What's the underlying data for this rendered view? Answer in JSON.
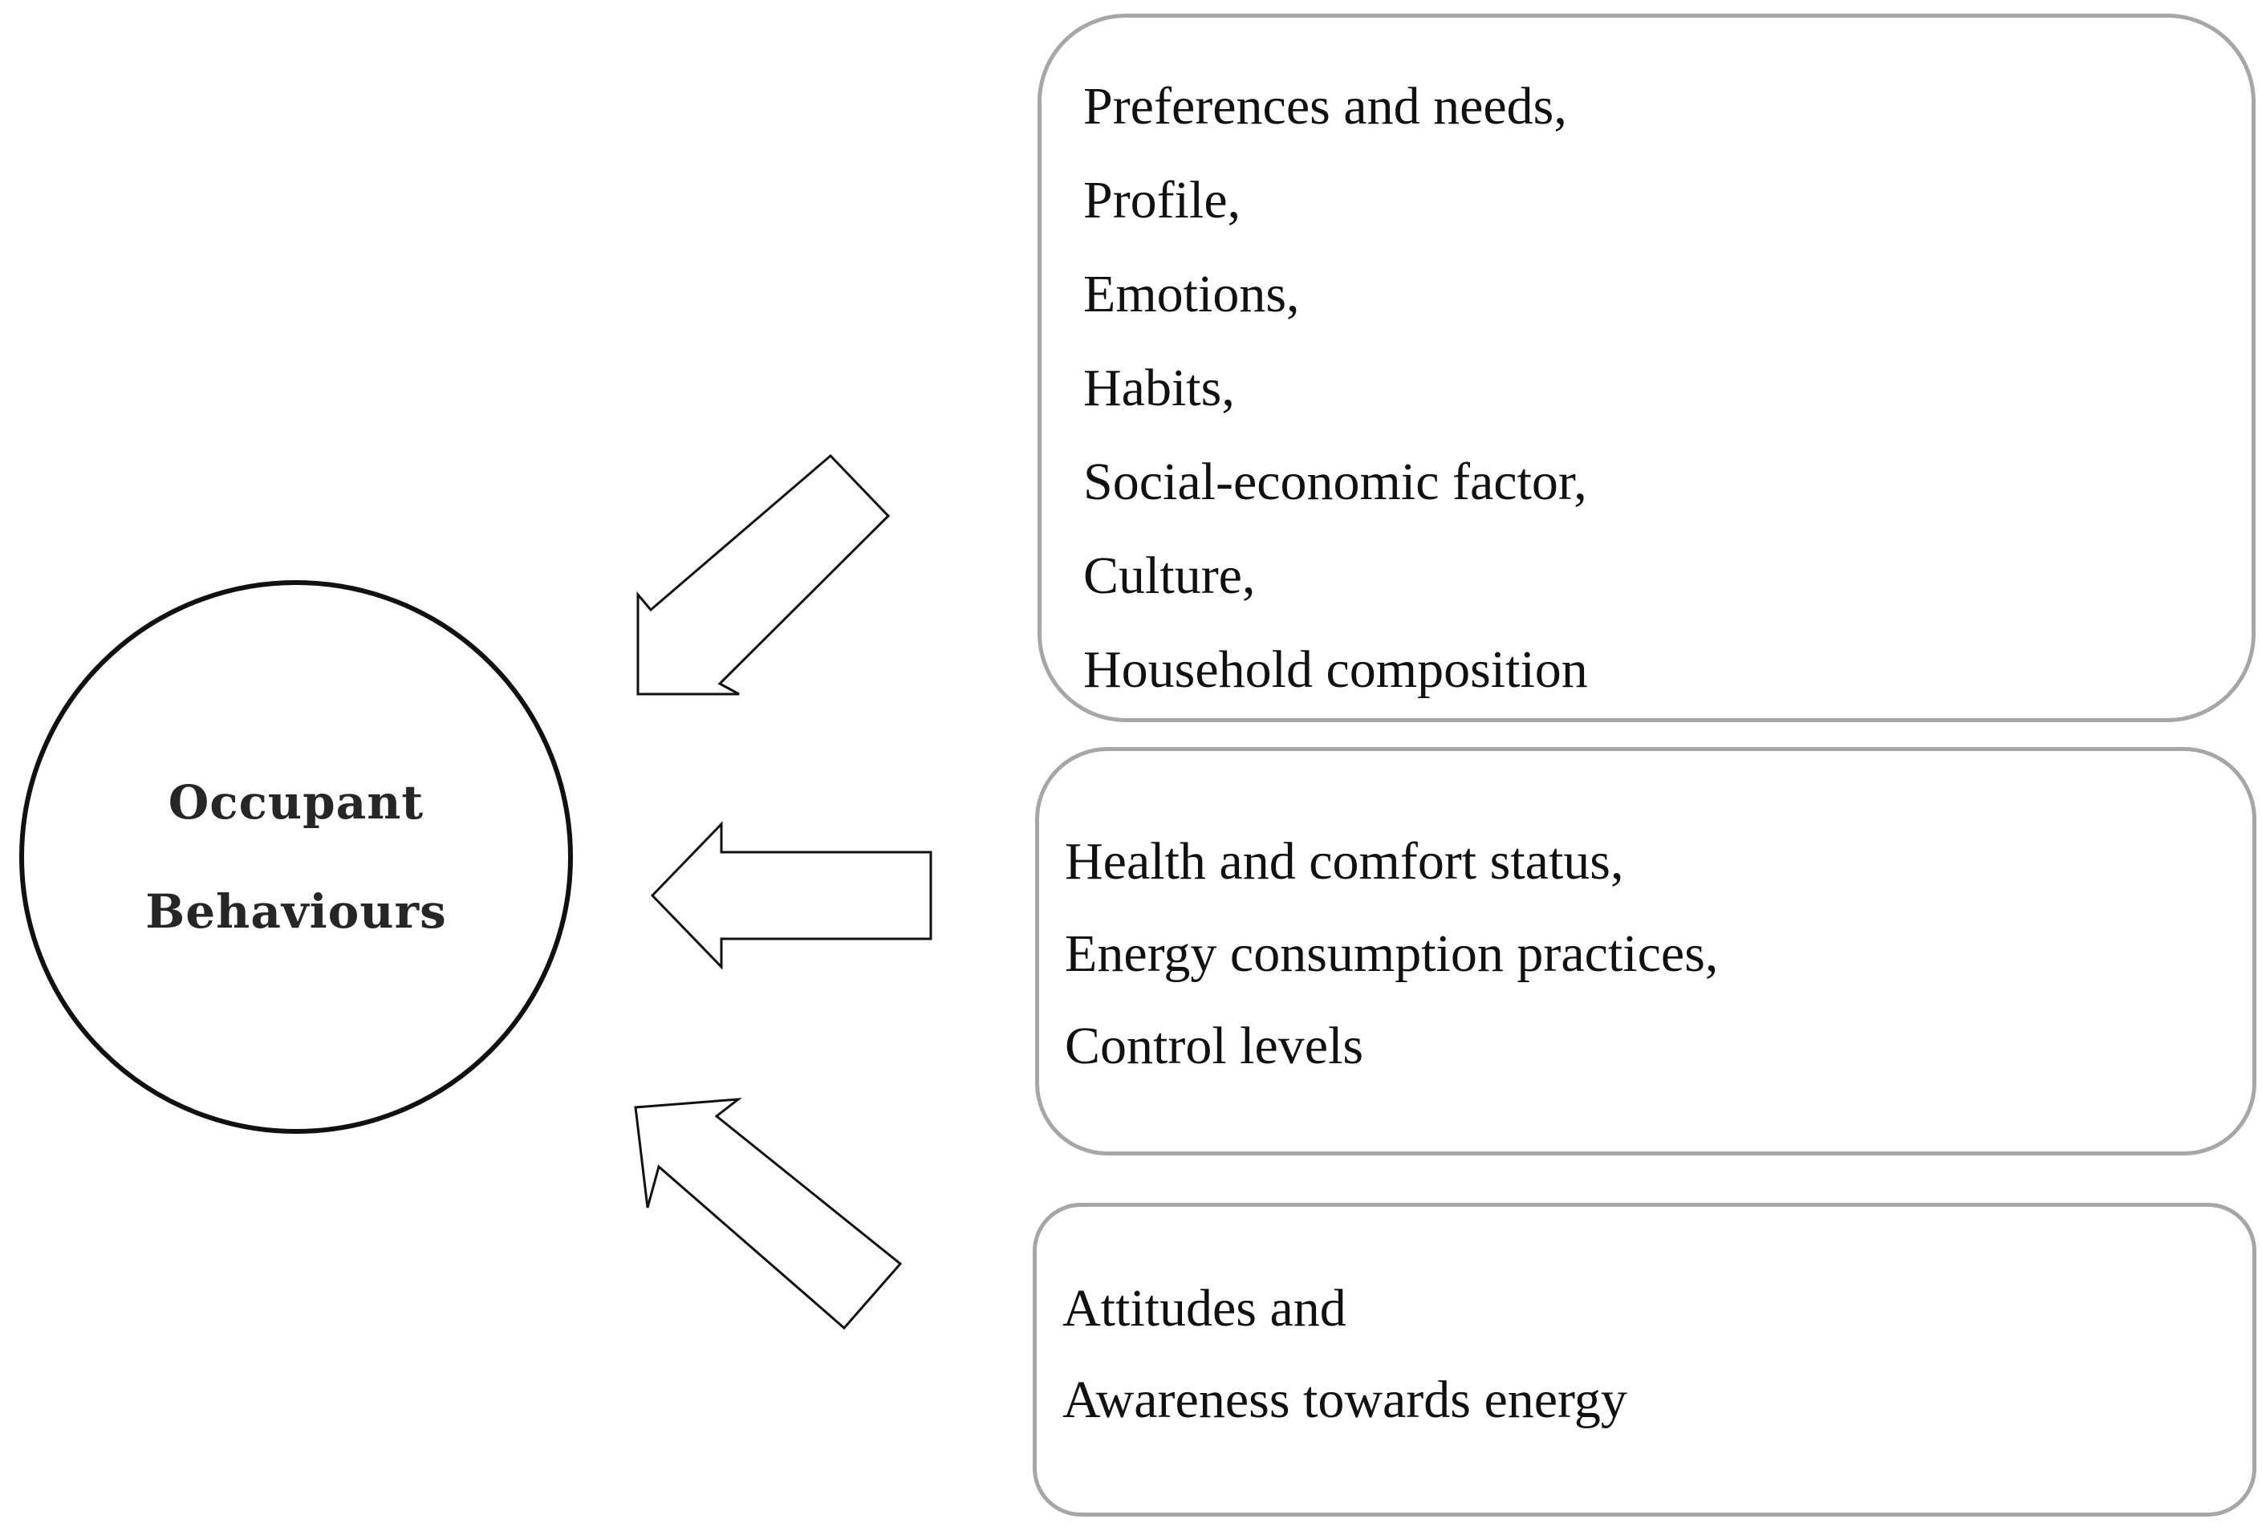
{
  "center": {
    "lines": [
      "Occupant",
      "Behaviours"
    ]
  },
  "factor_groups": [
    {
      "lines": [
        "Preferences and needs,",
        "Profile,",
        "Emotions,",
        "Habits,",
        "Social-economic factor,",
        "Culture,",
        "Household composition"
      ]
    },
    {
      "lines": [
        "Health and comfort status,",
        "Energy consumption practices,",
        "Control levels"
      ]
    },
    {
      "lines": [
        "Attitudes and",
        "Awareness towards energy"
      ]
    }
  ],
  "arrows": [
    {
      "name": "arrow-top-to-center",
      "direction": "down-left"
    },
    {
      "name": "arrow-middle-to-center",
      "direction": "left"
    },
    {
      "name": "arrow-bottom-to-center",
      "direction": "up-left"
    }
  ],
  "colors": {
    "circle_stroke": "#111111",
    "box_stroke": "#a6a6a6",
    "arrow_stroke": "#111111",
    "text": "#111111"
  }
}
